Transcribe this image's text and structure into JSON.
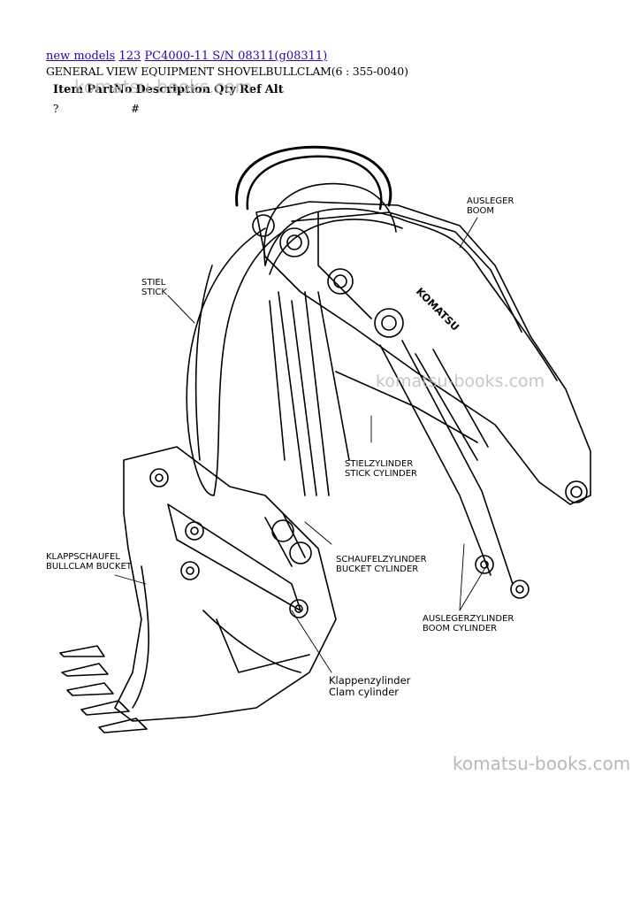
{
  "nav": {
    "link_new_models": "new models",
    "link_123": "123",
    "link_model": "PC4000-11 S/N 08311(g08311)"
  },
  "page_title": "GENERAL VIEW EQUIPMENT SHOVELBULLCLAM(6 : 355-0040)",
  "table": {
    "headers": [
      "Item",
      "PartNo",
      "Description",
      "Qty",
      "Ref",
      "Alt"
    ],
    "row": {
      "item": "?",
      "partno": "#"
    }
  },
  "watermark": "komatsu-books.com",
  "drawing": {
    "brand": "KOMATSU",
    "labels": {
      "boom_de": "AUSLEGER",
      "boom_en": "BOOM",
      "stick_de": "STIEL",
      "stick_en": "STICK",
      "stick_cyl_de": "STIELZYLINDER",
      "stick_cyl_en": "STICK CYLINDER",
      "bucket_cyl_de": "SCHAUFELZYLINDER",
      "bucket_cyl_en": "BUCKET CYLINDER",
      "boom_cyl_de": "AUSLEGERZYLINDER",
      "boom_cyl_en": "BOOM CYLINDER",
      "bucket_de": "KLAPPSCHAUFEL",
      "bucket_en": "BULLCLAM BUCKET",
      "clam_cyl_de": "Klappenzylinder",
      "clam_cyl_en": "Clam cylinder"
    }
  }
}
